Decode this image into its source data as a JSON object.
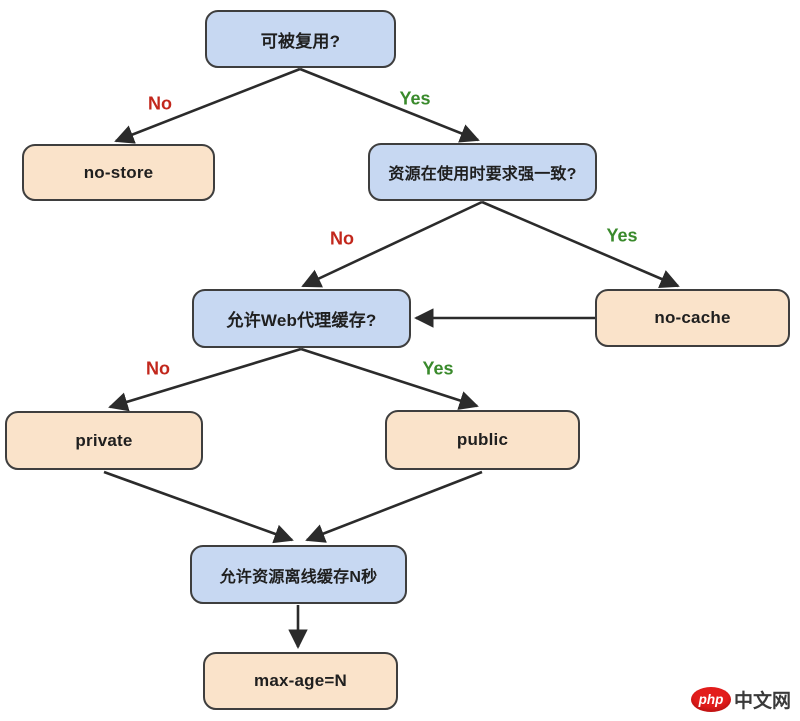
{
  "diagram": {
    "nodes": {
      "reusable": {
        "label": "可被复用?",
        "kind": "decision"
      },
      "no_store": {
        "label": "no-store",
        "kind": "result"
      },
      "strong_consistency": {
        "label": "资源在使用时要求强一致?",
        "kind": "decision"
      },
      "web_proxy": {
        "label": "允许Web代理缓存?",
        "kind": "decision"
      },
      "no_cache": {
        "label": "no-cache",
        "kind": "result"
      },
      "private": {
        "label": "private",
        "kind": "result"
      },
      "public": {
        "label": "public",
        "kind": "result"
      },
      "offline_cache": {
        "label": "允许资源离线缓存N秒",
        "kind": "decision"
      },
      "max_age": {
        "label": "max-age=N",
        "kind": "result"
      }
    },
    "edge_labels": [
      {
        "text": "No",
        "type": "no"
      },
      {
        "text": "Yes",
        "type": "yes"
      },
      {
        "text": "No",
        "type": "no"
      },
      {
        "text": "Yes",
        "type": "yes"
      },
      {
        "text": "No",
        "type": "no"
      },
      {
        "text": "Yes",
        "type": "yes"
      }
    ],
    "edges": [
      {
        "from": "reusable",
        "to": "no_store",
        "label": "No"
      },
      {
        "from": "reusable",
        "to": "strong_consistency",
        "label": "Yes"
      },
      {
        "from": "strong_consistency",
        "to": "web_proxy",
        "label": "No"
      },
      {
        "from": "strong_consistency",
        "to": "no_cache",
        "label": "Yes"
      },
      {
        "from": "no_cache",
        "to": "web_proxy",
        "label": ""
      },
      {
        "from": "web_proxy",
        "to": "private",
        "label": "No"
      },
      {
        "from": "web_proxy",
        "to": "public",
        "label": "Yes"
      },
      {
        "from": "private",
        "to": "offline_cache",
        "label": ""
      },
      {
        "from": "public",
        "to": "offline_cache",
        "label": ""
      },
      {
        "from": "offline_cache",
        "to": "max_age",
        "label": ""
      }
    ],
    "colors": {
      "decision_fill": "#c7d8f2",
      "result_fill": "#fae3ca",
      "node_border": "#3e3e3e",
      "arrow": "#2b2b2b",
      "no_label": "#c2271c",
      "yes_label": "#3a8a2c",
      "watermark_red": "#e31d1c"
    }
  },
  "watermark": {
    "badge": "php",
    "text": "中文网"
  }
}
